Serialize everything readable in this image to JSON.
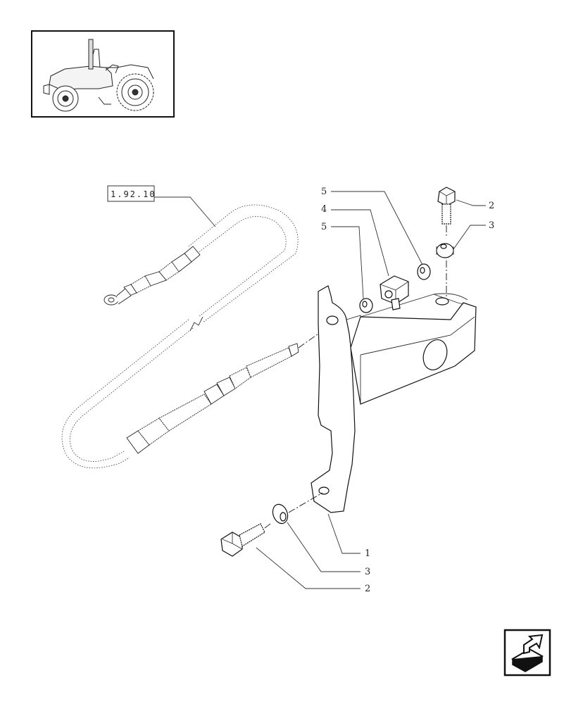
{
  "reference_label": "1.92.10",
  "callouts": {
    "c1": "1",
    "c2_top": "2",
    "c2_bottom": "2",
    "c3_top": "3",
    "c3_bottom": "3",
    "c4": "4",
    "c5_upper": "5",
    "c5_lower": "5"
  },
  "nav_icon": "next-page-arrow-icon"
}
